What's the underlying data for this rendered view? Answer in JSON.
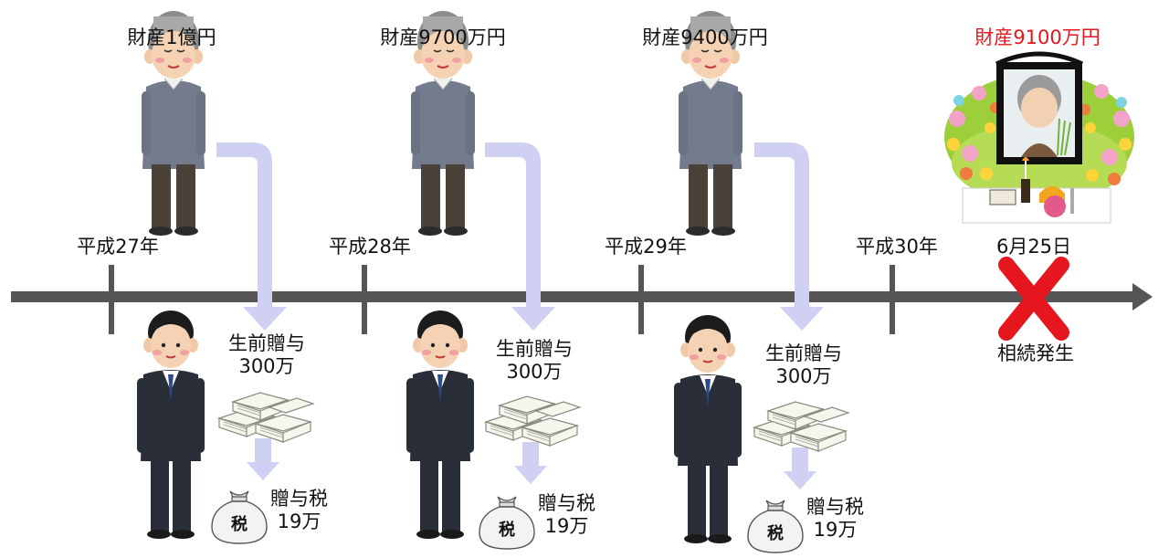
{
  "assets": [
    {
      "label": "財産1億円",
      "color": "#111111"
    },
    {
      "label": "財産9700万円",
      "color": "#111111"
    },
    {
      "label": "財産9400万円",
      "color": "#111111"
    },
    {
      "label": "財産9100万円",
      "color": "#e5161d"
    }
  ],
  "years": [
    "平成27年",
    "平成28年",
    "平成29年",
    "平成30年"
  ],
  "death_date": "6月25日",
  "inheritance_label": "相続発生",
  "gifts": [
    {
      "line1": "生前贈与",
      "line2": "300万",
      "tax_label": "贈与税",
      "tax_amount": "19万",
      "bag_label": "税"
    },
    {
      "line1": "生前贈与",
      "line2": "300万",
      "tax_label": "贈与税",
      "tax_amount": "19万",
      "bag_label": "税"
    },
    {
      "line1": "生前贈与",
      "line2": "300万",
      "tax_label": "贈与税",
      "tax_amount": "19万",
      "bag_label": "税"
    }
  ],
  "colors": {
    "axis": "#555555",
    "arrow": "#cfd0f2",
    "cross": "#e5161d",
    "highlight": "#e5161d"
  }
}
